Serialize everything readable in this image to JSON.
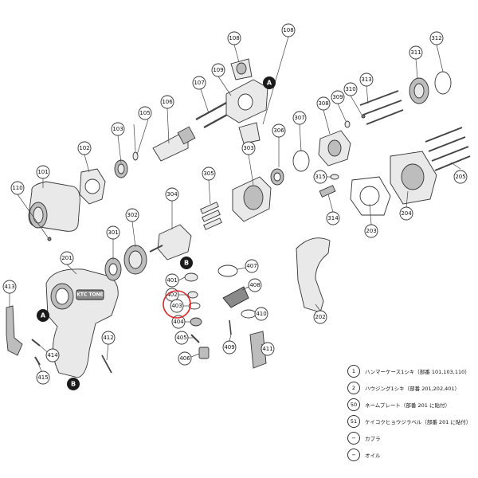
{
  "brand_label": "KTC TONE",
  "parts": [
    "101",
    "102",
    "103",
    "105",
    "106",
    "107",
    "108",
    "108",
    "109",
    "110",
    "201",
    "202",
    "203",
    "204",
    "205",
    "301",
    "302",
    "303",
    "304",
    "305",
    "306",
    "307",
    "308",
    "309",
    "310",
    "311",
    "312",
    "313",
    "314",
    "315",
    "401",
    "402",
    "403",
    "404",
    "405",
    "406",
    "407",
    "408",
    "409",
    "410",
    "411",
    "412",
    "413",
    "414",
    "415"
  ],
  "markers": [
    "A",
    "A",
    "B",
    "B"
  ],
  "highlighted_part": "403",
  "legend": [
    {
      "num": "1",
      "text": "ハンマーケース1シキ（部番 101,103,110）"
    },
    {
      "num": "2",
      "text": "ハウジング1シキ（部番 201,202,401）"
    },
    {
      "num": "50",
      "text": "ネームプレート（部番 201 に貼付）"
    },
    {
      "num": "51",
      "text": "ケイコクヒョウジラベル（部番 201 に貼付）"
    },
    {
      "num": "−",
      "text": "カプラ"
    },
    {
      "num": "−",
      "text": "オイル"
    }
  ]
}
